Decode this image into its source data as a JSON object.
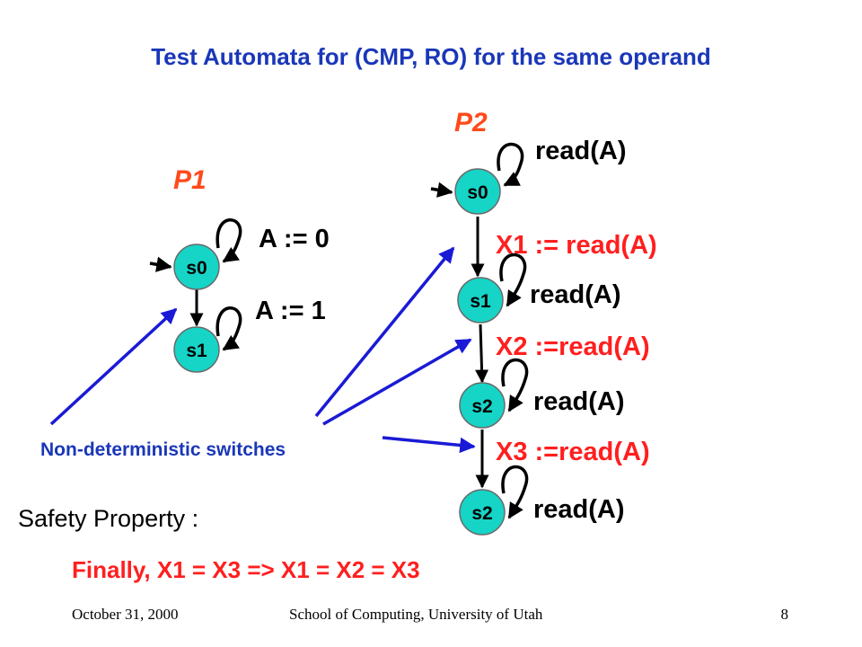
{
  "title": "Test Automata for (CMP, RO) for the same operand",
  "colors": {
    "title": "#1a37b8",
    "process_label": "#ff4a1c",
    "transition_label": "#ff1f1f",
    "state_fill": "#16d4c6",
    "arrow": "#1a1ad6",
    "text": "#000000"
  },
  "p1": {
    "label": "P1",
    "states": [
      "s0",
      "s1"
    ],
    "loop_labels": [
      "A := 0",
      "A := 1"
    ]
  },
  "p2": {
    "label": "P2",
    "states": [
      "s0",
      "s1",
      "s2",
      "s2"
    ],
    "loop_labels": [
      "read(A)",
      "read(A)",
      "read(A)",
      "read(A)"
    ],
    "transition_labels": [
      "X1 := read(A)",
      "X2 :=read(A)",
      "X3 :=read(A)"
    ]
  },
  "nd_label": "Non-deterministic switches",
  "safety": {
    "label": "Safety Property :",
    "formula": "Finally, X1 = X3 => X1 = X2 = X3"
  },
  "footer": {
    "date": "October 31, 2000",
    "org": "School of Computing, University of Utah",
    "page": "8"
  }
}
